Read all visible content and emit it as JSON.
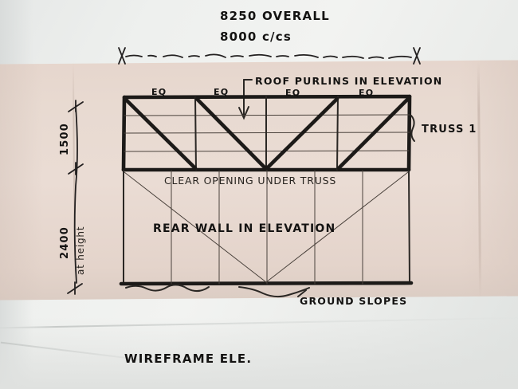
{
  "sketch": {
    "title_note_top": "8250 OVERALL",
    "subtitle_note_top": "8000 c/cs",
    "purlin_label": "ROOF PURLINS IN ELEVATION",
    "truss_label": "TRUSS 1",
    "clear_opening_label": "CLEAR OPENING UNDER TRUSS",
    "rear_wall_label": "REAR WALL IN ELEVATION",
    "ground_label": "GROUND SLOPES",
    "caption": "WIREFRAME ELE.",
    "eq_labels": [
      "EQ",
      "EQ",
      "EQ",
      "EQ"
    ],
    "dim_truss_height": "1500",
    "dim_wall_height": "2400",
    "dim_wall_note": "at height",
    "ink_color": "#1c1a18",
    "paper_color": "#e8dad1",
    "backing_color": "#eef0ee"
  }
}
